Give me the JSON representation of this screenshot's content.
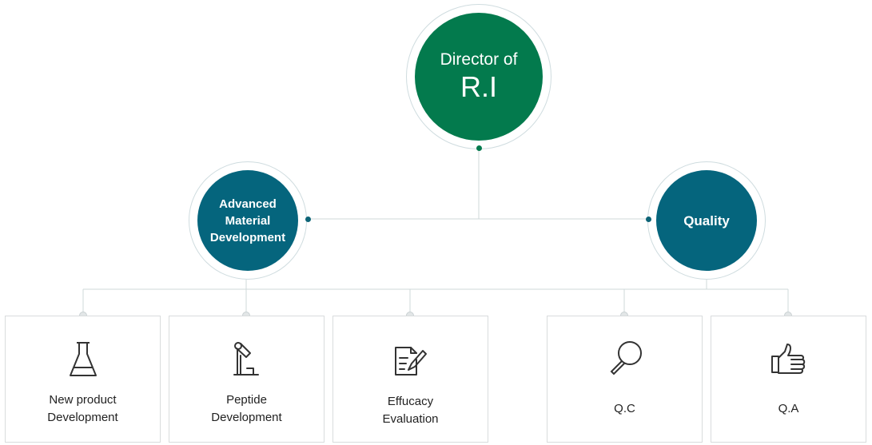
{
  "top_node": {
    "line1": "Director of",
    "line2": "R.I"
  },
  "left_node": {
    "label": "Advanced\nMaterial\nDevelopment"
  },
  "right_node": {
    "label": "Quality"
  },
  "boxes": [
    {
      "label": "New product\nDevelopment",
      "icon": "flask-icon"
    },
    {
      "label": "Peptide\nDevelopment",
      "icon": "microscope-icon"
    },
    {
      "label": "Effucacy\nEvaluation",
      "icon": "document-pen-icon"
    },
    {
      "label": "Q.C",
      "icon": "magnifier-icon"
    },
    {
      "label": "Q.A",
      "icon": "thumbs-up-icon"
    }
  ],
  "colors": {
    "green": "#037a4d",
    "teal": "#05657d",
    "line": "#cfd8da"
  }
}
